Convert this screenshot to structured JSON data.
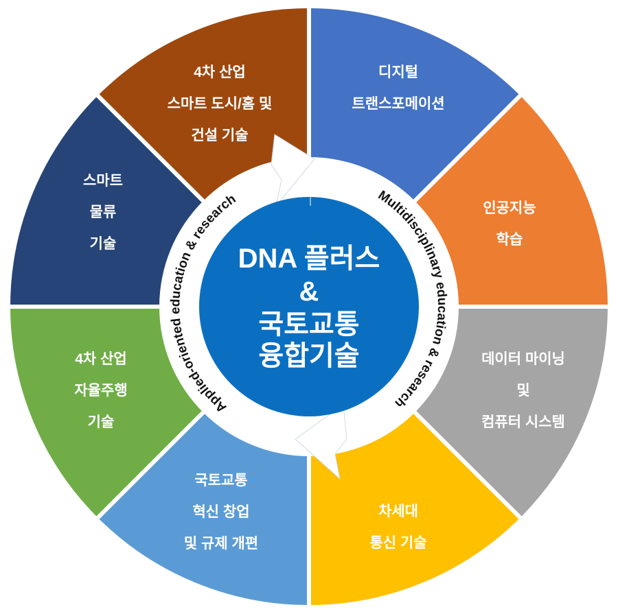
{
  "center": {
    "lines": [
      "DNA 플러스",
      "&",
      "국토교통",
      "융합기술"
    ],
    "color": "#0b6fc1"
  },
  "ring": {
    "left_text": "Applied-oriented education & research",
    "right_text": "Multidisciplinary education & research"
  },
  "segments": [
    {
      "color": "#4472c4",
      "lines": [
        "디지털",
        "트랜스포메이션"
      ]
    },
    {
      "color": "#ed7d31",
      "lines": [
        "인공지능",
        "학습"
      ]
    },
    {
      "color": "#a5a5a5",
      "lines": [
        "데이터 마이닝",
        "및",
        "컴퓨터 시스템"
      ]
    },
    {
      "color": "#ffc000",
      "lines": [
        "차세대",
        "통신 기술"
      ]
    },
    {
      "color": "#5b9bd5",
      "lines": [
        "국토교통",
        "혁신 창업",
        "및 규제 개편"
      ]
    },
    {
      "color": "#70ad47",
      "lines": [
        "4차 산업",
        "자율주행",
        "기술"
      ]
    },
    {
      "color": "#264478",
      "lines": [
        "스마트",
        "물류",
        "기술"
      ]
    },
    {
      "color": "#9e480e",
      "lines": [
        "4차 산업",
        "스마트 도시/홈 및",
        "건설 기술"
      ]
    }
  ]
}
